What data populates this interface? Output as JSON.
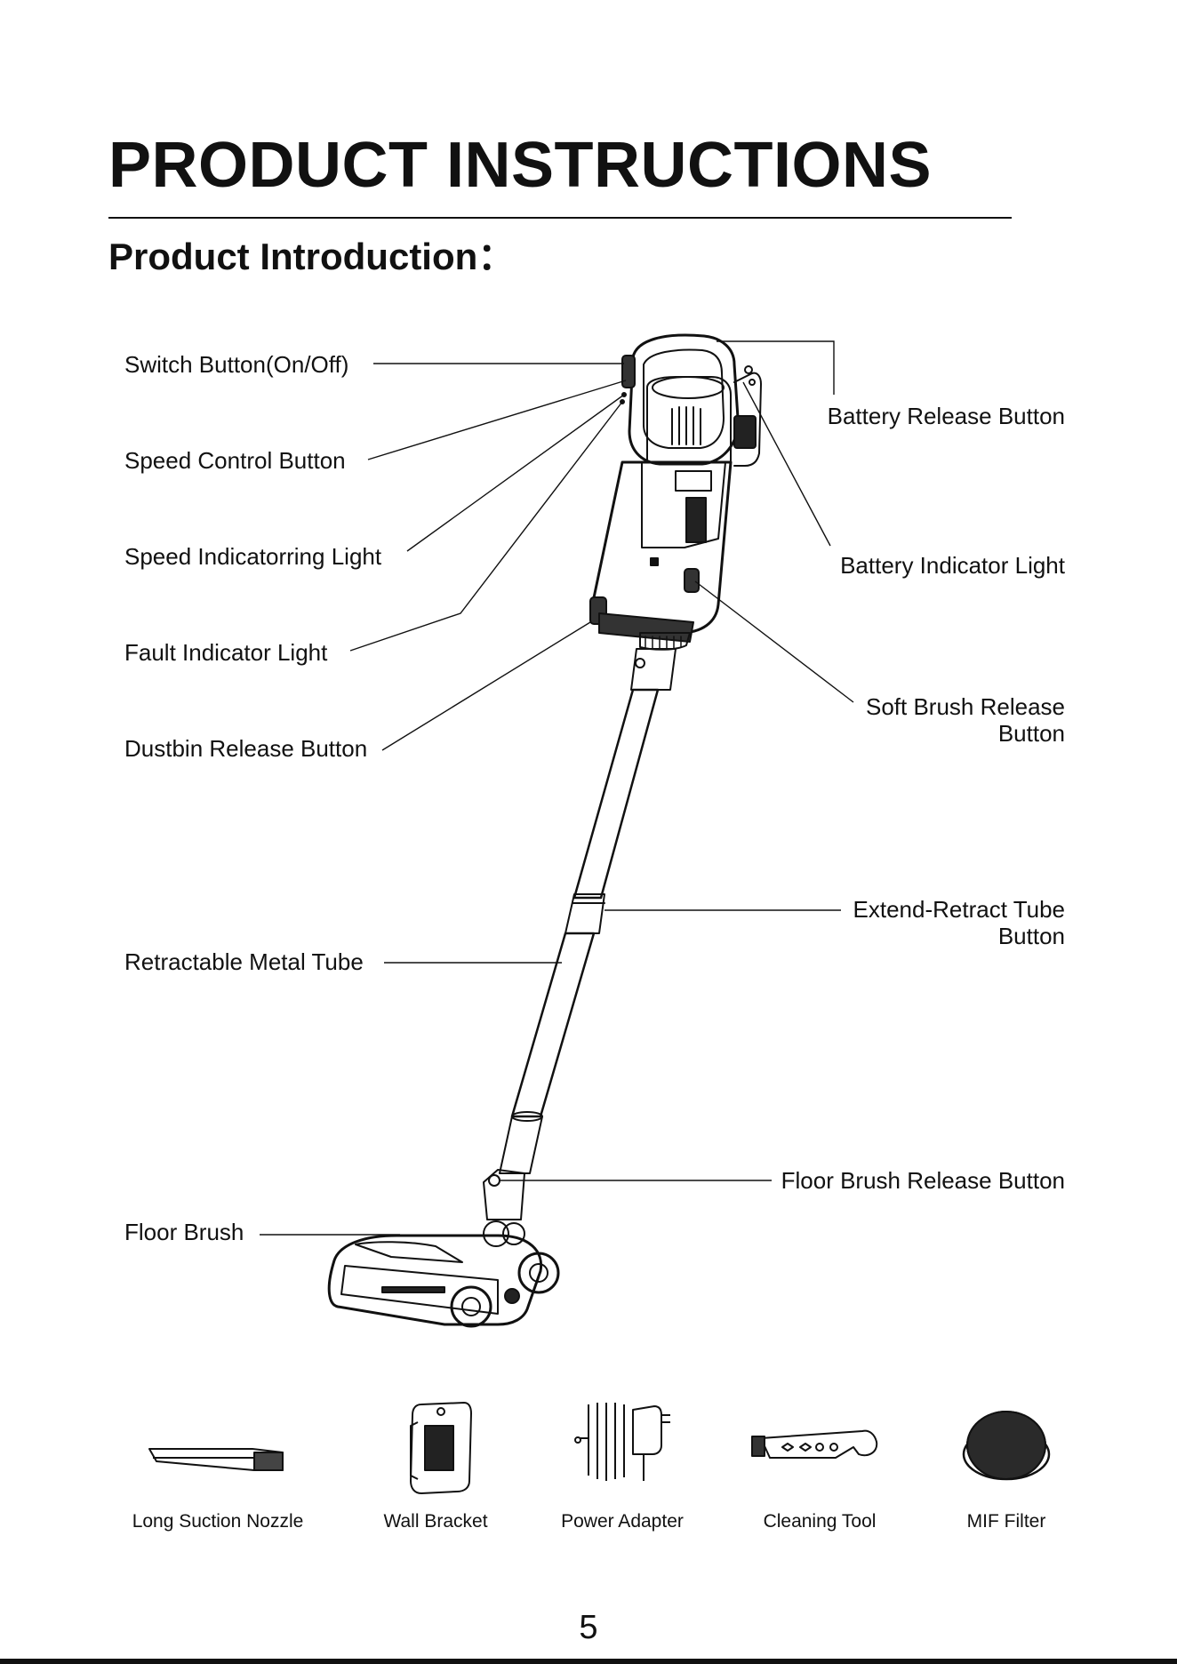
{
  "page": {
    "title": "PRODUCT INSTRUCTIONS",
    "subtitle": "Product Introduction：",
    "page_number": "5"
  },
  "labels_left": [
    {
      "key": "switch",
      "text": "Switch Button(On/Off)"
    },
    {
      "key": "speed-control",
      "text": "Speed Control Button"
    },
    {
      "key": "speed-indicator",
      "text": "Speed Indicatorring Light"
    },
    {
      "key": "fault",
      "text": "Fault Indicator Light"
    },
    {
      "key": "dustbin",
      "text": "Dustbin Release Button"
    },
    {
      "key": "tube",
      "text": "Retractable Metal Tube"
    },
    {
      "key": "floor-brush",
      "text": "Floor Brush"
    }
  ],
  "labels_right": [
    {
      "key": "battery-release",
      "lines": [
        "Battery Release Button"
      ]
    },
    {
      "key": "battery-indicator",
      "lines": [
        "Battery Indicator Light"
      ]
    },
    {
      "key": "soft-brush",
      "lines": [
        "Soft Brush Release",
        "Button"
      ]
    },
    {
      "key": "extend-retract",
      "lines": [
        "Extend-Retract Tube",
        "Button"
      ]
    },
    {
      "key": "floor-brush-release",
      "lines": [
        "Floor Brush Release Button"
      ]
    }
  ],
  "accessories": [
    {
      "key": "nozzle",
      "label": "Long Suction Nozzle"
    },
    {
      "key": "bracket",
      "label": "Wall Bracket"
    },
    {
      "key": "adapter",
      "label": "Power Adapter"
    },
    {
      "key": "cleaning-tool",
      "label": "Cleaning Tool"
    },
    {
      "key": "filter",
      "label": "MIF Filter"
    }
  ]
}
